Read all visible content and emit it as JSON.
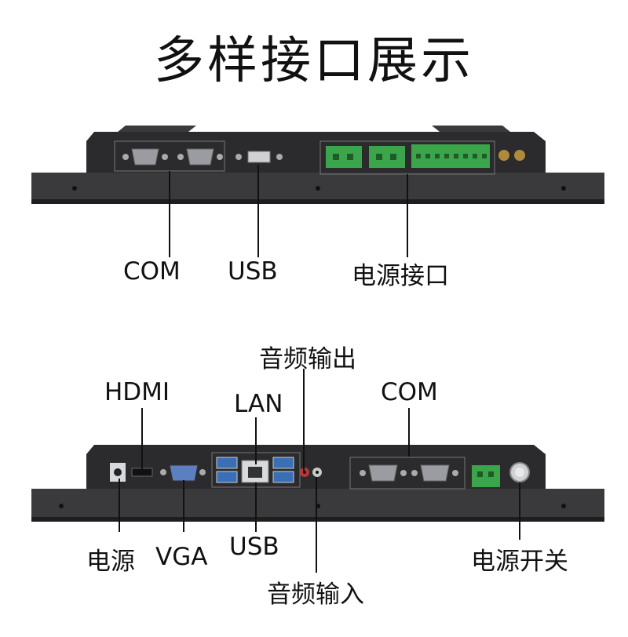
{
  "title": "多样接口展示",
  "top_panel": {
    "labels": {
      "com": "COM",
      "usb": "USB",
      "power_port": "电源接口"
    }
  },
  "bottom_panel": {
    "labels": {
      "hdmi": "HDMI",
      "lan": "LAN",
      "audio_out": "音频输出",
      "com": "COM",
      "power": "电源",
      "vga": "VGA",
      "usb": "USB",
      "audio_in": "音频输入",
      "power_switch": "电源开关"
    }
  },
  "colors": {
    "chassis": "#2f2f31",
    "chassis_dark": "#1d1d1f",
    "terminal_green": "#3aa54a",
    "port_grey": "#8c8f95",
    "usb_blue": "#3a6fb8"
  }
}
